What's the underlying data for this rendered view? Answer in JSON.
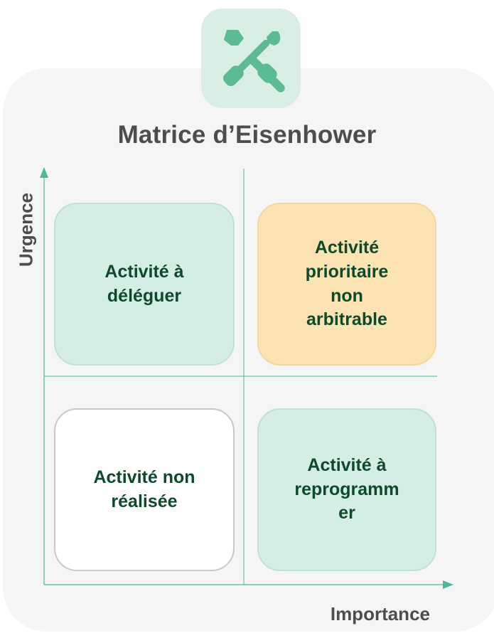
{
  "title": "Matrice d’Eisenhower",
  "axes": {
    "y_label": "Urgence",
    "x_label": "Importance",
    "color": "#4cb79a"
  },
  "icon": {
    "name": "tools-icon",
    "color": "#5dbb93"
  },
  "quadrants": {
    "top_left": {
      "label": "Activité à\ndéléguer",
      "color": "#d5eee5"
    },
    "top_right": {
      "label": "Activité\nprioritaire\nnon\narbitrable",
      "color": "#fbe3b3"
    },
    "bottom_left": {
      "label": "Activité non\nréalisée",
      "color": "#ffffff"
    },
    "bottom_right": {
      "label": "Activité à\nreprogramm\ner",
      "color": "#d5eee5"
    }
  },
  "text_color": "#0d4a2c"
}
